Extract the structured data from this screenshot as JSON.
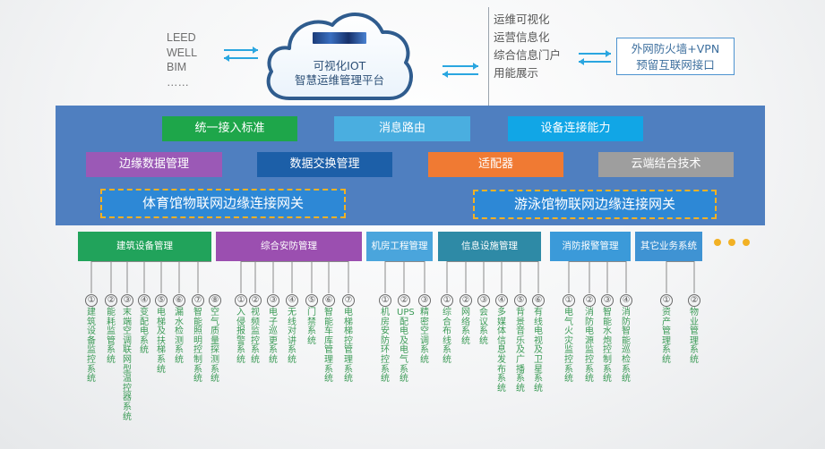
{
  "top": {
    "left_list": [
      "LEED",
      "WELL",
      "BIM",
      "……"
    ],
    "cloud_lines": [
      "可视化IOT",
      "智慧运维管理平台"
    ],
    "right_list": [
      "运维可视化",
      "运营信息化",
      "综合信息门户",
      "用能展示"
    ],
    "firewall_lines": [
      "外网防火墙+VPN",
      "预留互联网接口"
    ]
  },
  "capabilities": [
    {
      "label": "统一接入标准",
      "color": "#1ea64a"
    },
    {
      "label": "消息路由",
      "color": "#4aaee0"
    },
    {
      "label": "设备连接能力",
      "color": "#11a6e6"
    },
    {
      "label": "边缘数据管理",
      "color": "#9b59b6"
    },
    {
      "label": "数据交换管理",
      "color": "#1c5fa8"
    },
    {
      "label": "适配器",
      "color": "#f07a33"
    },
    {
      "label": "云端结合技术",
      "color": "#9e9e9e"
    }
  ],
  "gateways": [
    "体育馆物联网边缘连接网关",
    "游泳馆物联网边缘连接网关"
  ],
  "categories": [
    {
      "label": "建筑设备管理",
      "color": "#21a35b",
      "items": [
        {
          "num": "①",
          "text": "建筑设备监控系统"
        },
        {
          "num": "②",
          "text": "能耗监管系统"
        },
        {
          "num": "③",
          "text": "末端空调联网型温控器系统"
        },
        {
          "num": "④",
          "text": "变配电系统"
        },
        {
          "num": "⑤",
          "text": "电梯及扶梯系统"
        },
        {
          "num": "⑥",
          "text": "漏水检测系统"
        },
        {
          "num": "⑦",
          "text": "智能照明控制系统"
        },
        {
          "num": "⑧",
          "text": "空气质量探测系统"
        }
      ]
    },
    {
      "label": "综合安防管理",
      "color": "#9b4fb0",
      "items": [
        {
          "num": "①",
          "text": "入侵报警系统"
        },
        {
          "num": "②",
          "text": "视频监控系统"
        },
        {
          "num": "③",
          "text": "电子巡更系统"
        },
        {
          "num": "④",
          "text": "无线对讲系统"
        },
        {
          "num": "⑤",
          "text": "门禁系统"
        },
        {
          "num": "⑥",
          "text": "智能车库管理系统"
        },
        {
          "num": "⑦",
          "text": "电梯梯控管理系统"
        }
      ]
    },
    {
      "label": "机房工程管理",
      "color": "#4aa5dc",
      "items": [
        {
          "num": "①",
          "text": "机房安防环控系统"
        },
        {
          "num": "②",
          "text": "UPS配电及电气系统"
        },
        {
          "num": "③",
          "text": "精密空调系统"
        }
      ]
    },
    {
      "label": "信息设施管理",
      "color": "#2e8aa6",
      "items": [
        {
          "num": "①",
          "text": "综合布线系统"
        },
        {
          "num": "②",
          "text": "网络系统"
        },
        {
          "num": "③",
          "text": "会议系统"
        },
        {
          "num": "④",
          "text": "多媒体信息发布系统"
        },
        {
          "num": "⑤",
          "text": "背景音乐及广播系统"
        },
        {
          "num": "⑥",
          "text": "有线电视及卫星系统"
        }
      ]
    },
    {
      "label": "消防报警管理",
      "color": "#3b9ad9",
      "items": [
        {
          "num": "①",
          "text": "电气火灾监控系统"
        },
        {
          "num": "②",
          "text": "消防电源监控系统"
        },
        {
          "num": "③",
          "text": "智能水炮控制系统"
        },
        {
          "num": "④",
          "text": "消防智能巡检系统"
        }
      ]
    },
    {
      "label": "其它业务系统",
      "color": "#3f93d3",
      "items": [
        {
          "num": "①",
          "text": "资产管理系统"
        },
        {
          "num": "②",
          "text": "物业管理系统"
        }
      ]
    }
  ]
}
